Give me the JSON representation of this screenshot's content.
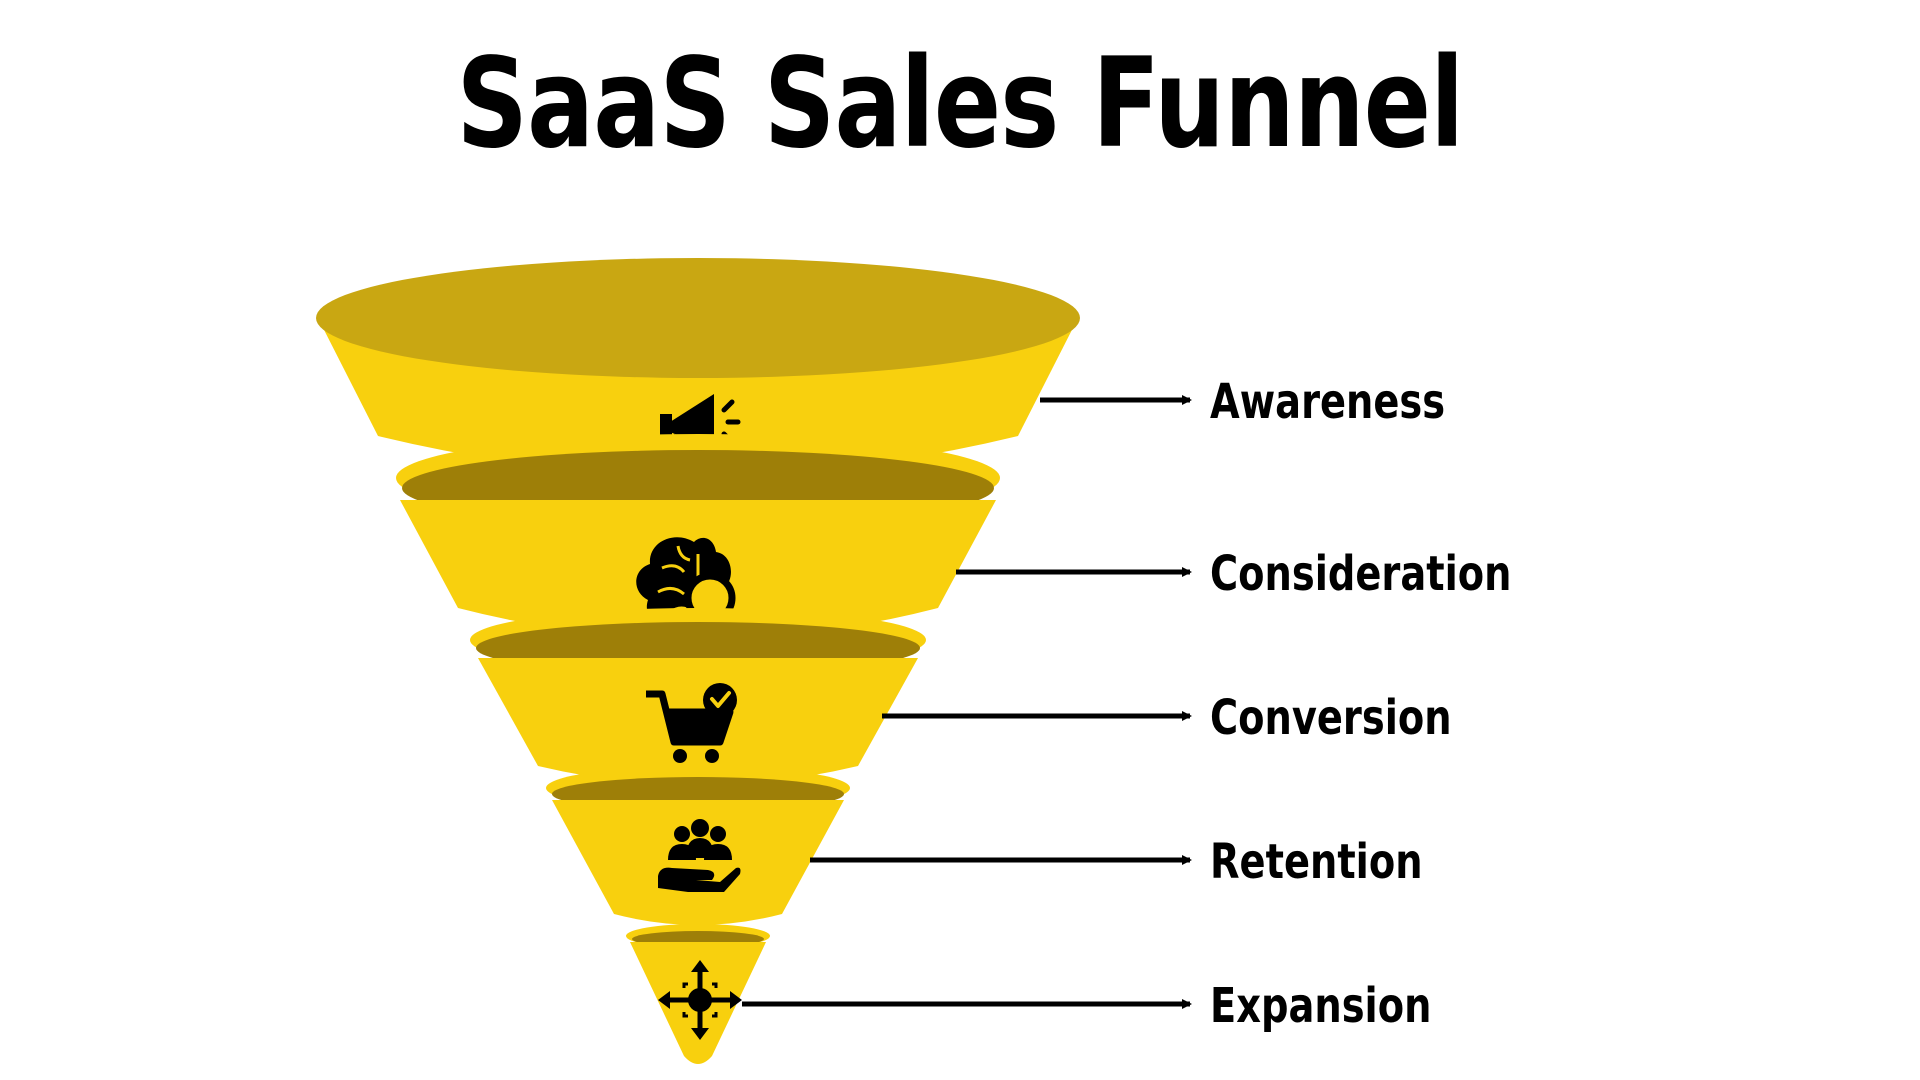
{
  "title": "SaaS Sales Funnel",
  "colors": {
    "segment": "#F8D00E",
    "top_rim": "#C9A712",
    "inner_rim": "#9E7F08",
    "ink": "#000000"
  },
  "stages": [
    {
      "label": "Awareness",
      "icon": "megaphone-icon"
    },
    {
      "label": "Consideration",
      "icon": "brain-search-icon"
    },
    {
      "label": "Conversion",
      "icon": "cart-check-icon"
    },
    {
      "label": "Retention",
      "icon": "people-hand-icon"
    },
    {
      "label": "Expansion",
      "icon": "expand-arrows-icon"
    }
  ]
}
